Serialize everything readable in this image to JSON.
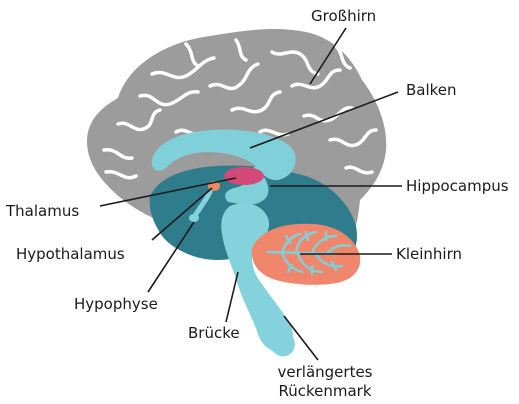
{
  "labels": {
    "grosshirn": "Großhirn",
    "balken": "Balken",
    "hippocampus": "Hippocampus",
    "kleinhirn": "Kleinhirn",
    "thalamus": "Thalamus",
    "hypothalamus": "Hypothalamus",
    "hypophyse": "Hypophyse",
    "bruecke": "Brücke",
    "rueckenmark_line1": "verlängertes",
    "rueckenmark_line2": "Rückenmark"
  },
  "colors": {
    "cerebrum_fill": "#9c9c9c",
    "sulci": "#ffffff",
    "inner_dark": "#2f7d8c",
    "corpus_callosum": "#7fd0d9",
    "thalamus": "#d2497a",
    "hypothalamus": "#f08a5d",
    "cerebellum": "#f0876c",
    "brainstem": "#84d3dc",
    "leader_lines": "#1b1b1b"
  }
}
